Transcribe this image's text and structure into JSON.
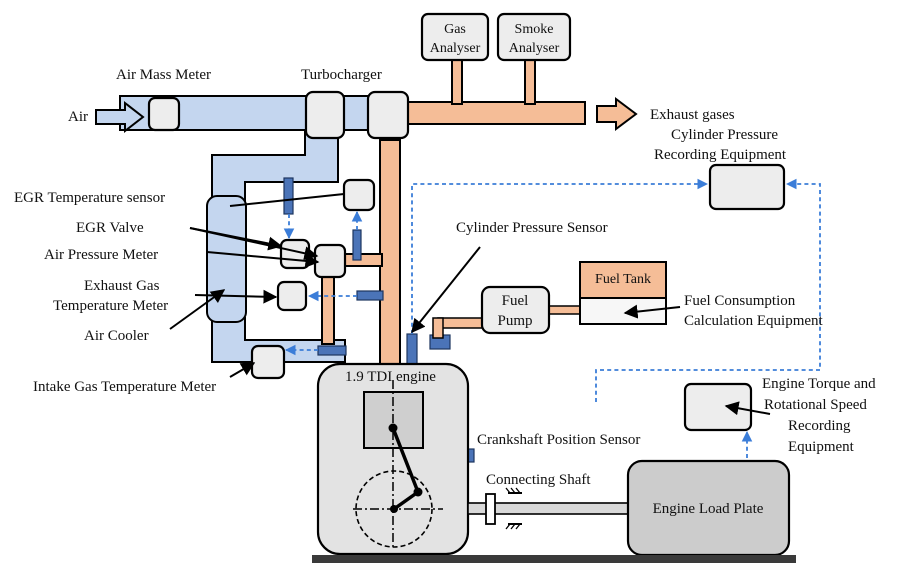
{
  "labels": {
    "air": "Air",
    "air_mass_meter": "Air Mass Meter",
    "turbocharger": "Turbocharger",
    "gas_analyser": [
      "Gas",
      "Analyser"
    ],
    "smoke_analyser": [
      "Smoke",
      "Analyser"
    ],
    "exhaust_gases": "Exhaust gases",
    "cylinder_pressure_recording": [
      "Cylinder Pressure",
      "Recording Equipment"
    ],
    "egr_temperature_sensor": "EGR Temperature sensor",
    "egr_valve": "EGR Valve",
    "air_pressure_meter": "Air Pressure Meter",
    "exhaust_gas_temperature_meter": [
      "Exhaust Gas",
      "Temperature Meter"
    ],
    "air_cooler": "Air Cooler",
    "intake_gas_temperature_meter": "Intake Gas Temperature Meter",
    "cylinder_pressure_sensor": "Cylinder Pressure Sensor",
    "fuel_tank": "Fuel Tank",
    "fuel_pump": [
      "Fuel",
      "Pump"
    ],
    "fuel_consumption": [
      "Fuel Consumption",
      "Calculation Equipment"
    ],
    "engine": "1.9 TDI engine",
    "crankshaft_position_sensor": "Crankshaft Position Sensor",
    "connecting_shaft": "Connecting Shaft",
    "engine_load_plate": "Engine Load Plate",
    "torque_speed_recording": [
      "Engine Torque and",
      "Rotational Speed",
      "Recording",
      "Equipment"
    ]
  },
  "colors": {
    "intake_pipe": "#c4d6ef",
    "exhaust_pipe": "#f5bd97",
    "sensor": "#4b74b8",
    "signal_line": "#3b7dd8",
    "equipment_box": "#ededed",
    "engine_body": "#e3e3e3",
    "load_plate": "#cccccc"
  }
}
